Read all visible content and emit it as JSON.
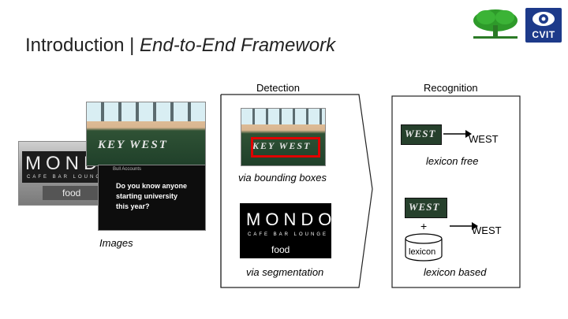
{
  "title": {
    "prefix": "Introduction | ",
    "italic": "End-to-End Framework"
  },
  "logos": {
    "right_logo_text": "CVIT"
  },
  "columns": {
    "detection": "Detection",
    "recognition": "Recognition"
  },
  "images": {
    "label": "Images",
    "sign1_text": "KEY WEST",
    "sign2_main": "MONDO",
    "sign2_sub": "CAFE  BAR  LOUNGE",
    "sign2_food": "food",
    "sign3_line1": "Do you know anyone",
    "sign3_line2": "starting university",
    "sign3_line3": "this year?",
    "sign3_top": "Bull Accounts"
  },
  "detection": {
    "bbox_caption": "via bounding boxes",
    "seg_caption": "via segmentation",
    "seg_main": "MONDO",
    "seg_sub": "CAFE  BAR  LOUNGE",
    "seg_food": "food"
  },
  "recognition": {
    "chip_text": "WEST",
    "output_free": "WEST",
    "free_caption": "lexicon free",
    "plus": "+",
    "lexicon_label": "lexicon",
    "output_based": "WEST",
    "based_caption": "lexicon based"
  },
  "colors": {
    "bbox_highlight": "#e00000",
    "cvit_blue": "#1d3a8a",
    "tree_green": "#2e9a2a"
  }
}
